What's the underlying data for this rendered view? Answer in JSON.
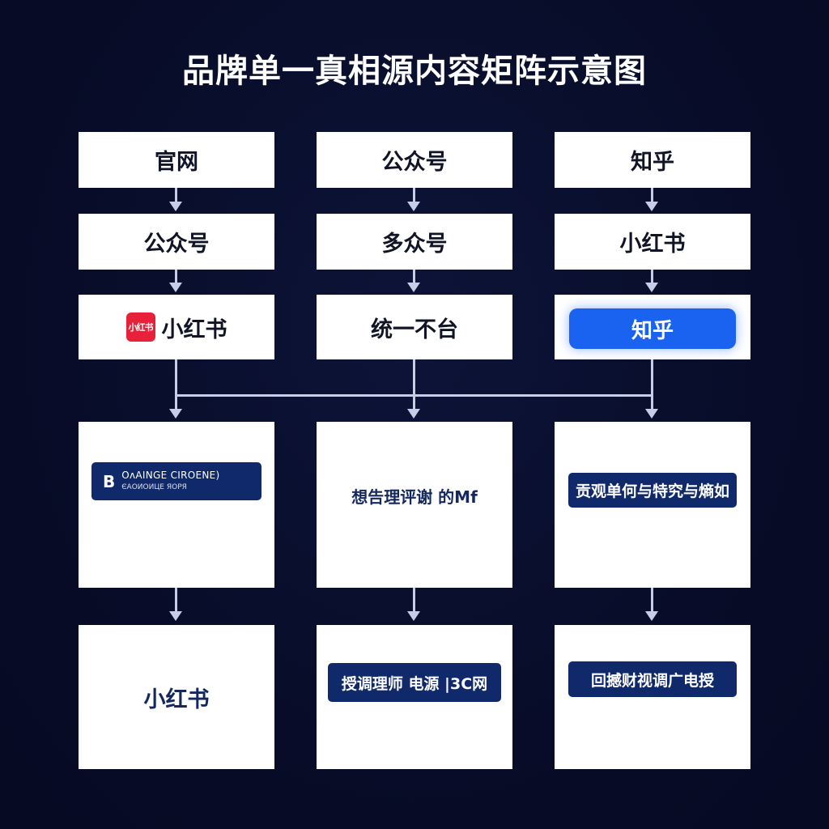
{
  "title": "品牌单一真相源内容矩阵示意图",
  "row1": [
    "官网",
    "公众号",
    "知乎"
  ],
  "row2": [
    "公众号",
    "多众号",
    "小红书"
  ],
  "row3": {
    "col1_logo": "小红书",
    "col1_label": "小红书",
    "col2_label": "统一不台",
    "col3_button": "知乎"
  },
  "row4": {
    "col1_chip_initial": "B",
    "col1_chip_line1": "OʌAINGE CIROENE)",
    "col1_chip_line2": "ЄАОИОИЦЕ ЯОРЯ",
    "col2_text": "想告理评谢 的Mf",
    "col3_chip": "贡观单何与特究与熵如"
  },
  "row5": {
    "col1_label": "小红书",
    "col2_chip": "授调理师 电源 |3C网",
    "col3_chip": "回撼财视调广电授"
  },
  "colors": {
    "background": "#080d2b",
    "box": "#ffffff",
    "connector": "#c6cde6",
    "accent_blue": "#1a63f0",
    "navy_chip": "#10296a",
    "logo_red": "#e8213a"
  }
}
